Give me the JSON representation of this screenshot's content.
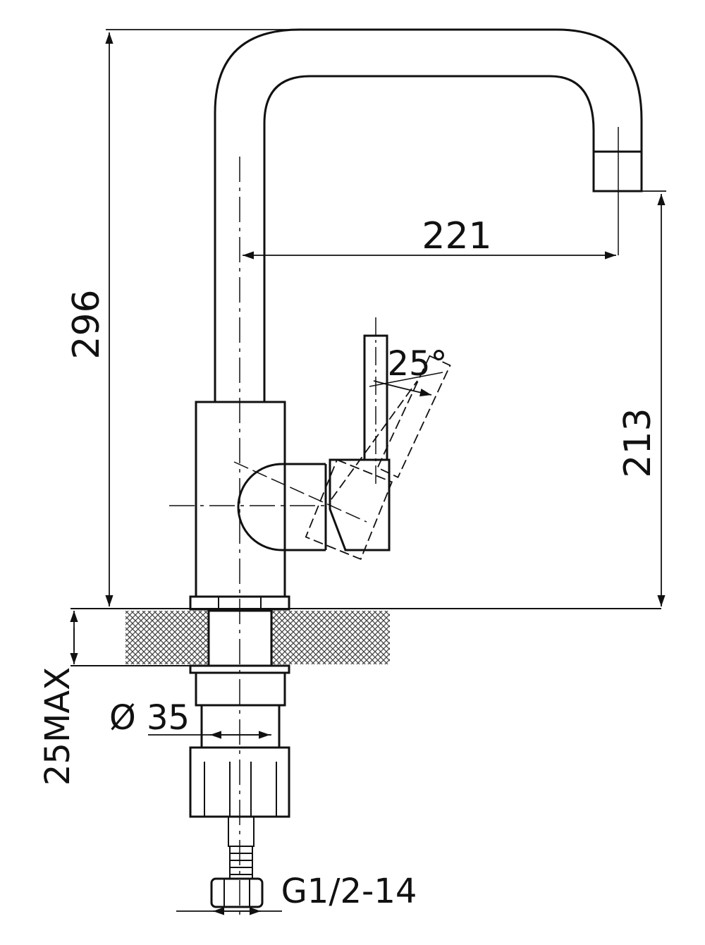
{
  "dimensions": {
    "total_height": "296",
    "spout_reach": "221",
    "spout_height": "213",
    "handle_angle": "25°",
    "max_counter_thickness": "25MAX",
    "hole_diameter": "Ø 35",
    "thread_size": "G1/2-14"
  },
  "colors": {
    "line": "#111111",
    "hatch": "#444444",
    "background": "#ffffff"
  }
}
